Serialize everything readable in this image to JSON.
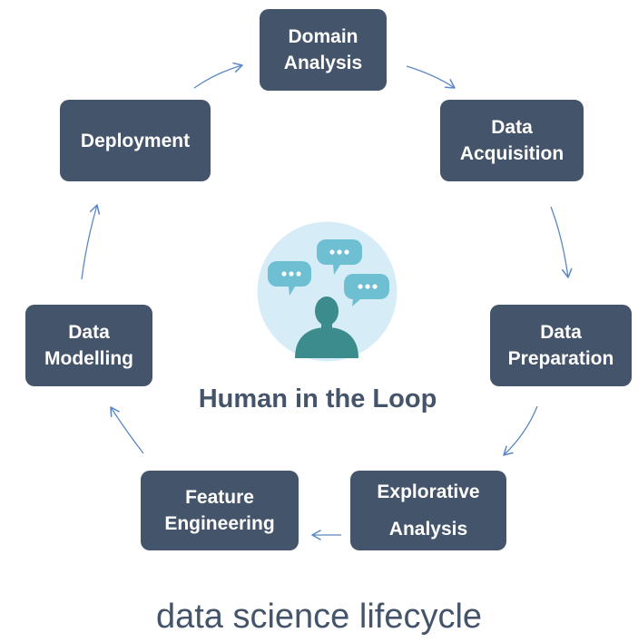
{
  "center": {
    "label": "Human in the Loop"
  },
  "caption": "data science lifecycle",
  "colors": {
    "node_fill": "#44546a",
    "node_text": "#ffffff",
    "arrow": "#5b87c5",
    "circle_fill": "#d6ecf6",
    "bubble_fill": "#6fbfd3",
    "person_fill": "#3c8b8d"
  },
  "nodes": [
    {
      "id": "domain",
      "lines": [
        "Domain",
        "Analysis"
      ]
    },
    {
      "id": "acquisition",
      "lines": [
        "Data",
        "Acquisition"
      ]
    },
    {
      "id": "preparation",
      "lines": [
        "Data",
        "Preparation"
      ]
    },
    {
      "id": "explorative",
      "lines": [
        "Explorative",
        "Analysis"
      ]
    },
    {
      "id": "feature",
      "lines": [
        "Feature",
        "Engineering"
      ]
    },
    {
      "id": "modelling",
      "lines": [
        "Data",
        "Modelling"
      ]
    },
    {
      "id": "deployment",
      "lines": [
        "Deployment"
      ]
    }
  ],
  "icons": {
    "center": "person-with-speech-bubbles-icon",
    "flow": "curved-arrow-icon"
  }
}
